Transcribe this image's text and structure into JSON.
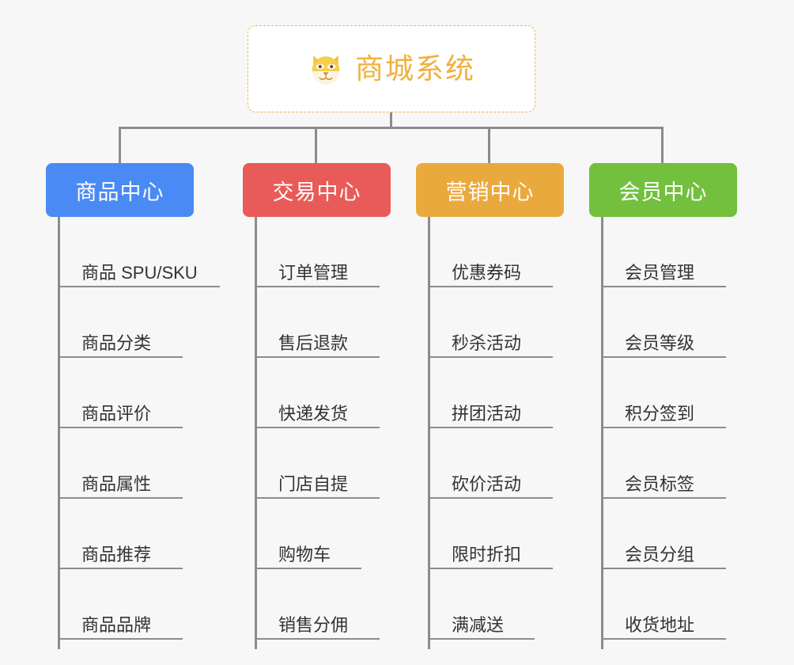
{
  "root": {
    "title": "商城系统",
    "icon": "dog-face-icon"
  },
  "theme": {
    "background": "#f7f7f7",
    "line_color": "#8c8c8c",
    "root_border_color": "#e8b84b",
    "root_text_color": "#f0b03c",
    "leaf_text_color": "#333333"
  },
  "branches": [
    {
      "label": "商品中心",
      "color": "#4a8af4",
      "items": [
        "商品 SPU/SKU",
        "商品分类",
        "商品评价",
        "商品属性",
        "商品推荐",
        "商品品牌"
      ]
    },
    {
      "label": "交易中心",
      "color": "#e85b58",
      "items": [
        "订单管理",
        "售后退款",
        "快递发货",
        "门店自提",
        "购物车",
        "销售分佣"
      ]
    },
    {
      "label": "营销中心",
      "color": "#eaa93c",
      "items": [
        "优惠券码",
        "秒杀活动",
        "拼团活动",
        "砍价活动",
        "限时折扣",
        "满减送"
      ]
    },
    {
      "label": "会员中心",
      "color": "#72c03e",
      "items": [
        "会员管理",
        "会员等级",
        "积分签到",
        "会员标签",
        "会员分组",
        "收货地址"
      ]
    }
  ]
}
